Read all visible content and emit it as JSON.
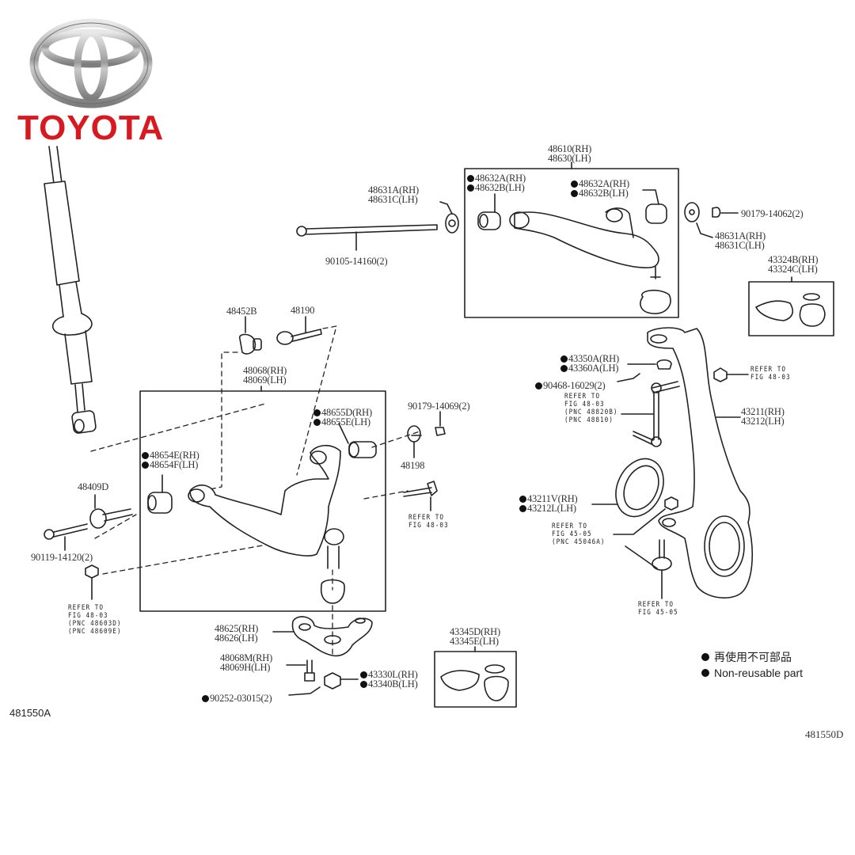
{
  "brand": {
    "logo_name": "Toyota emblem",
    "wordmark": "TOYOTA",
    "brand_color": "#d71920"
  },
  "diagram": {
    "title_code_left": "481550A",
    "title_code_right": "481550D",
    "legend": {
      "items": [
        {
          "symbol": "filled-circle",
          "text": "再使用不可部品"
        },
        {
          "symbol": "filled-circle",
          "text": "Non-reusable part"
        }
      ]
    },
    "upper_arm": {
      "assembly": [
        "48610(RH)",
        "48630(LH)"
      ],
      "bushing_left": {
        "non_reusable": true,
        "parts": [
          "48632A(RH)",
          "48632B(LH)"
        ]
      },
      "bushing_right": {
        "non_reusable": true,
        "parts": [
          "48632A(RH)",
          "48632B(LH)"
        ]
      },
      "washer_left": [
        "48631A(RH)",
        "48631C(LH)"
      ],
      "washer_right": [
        "48631A(RH)",
        "48631C(LH)"
      ],
      "bolt": "90105-14160(2)",
      "nut": "90179-14062(2)",
      "ball_joint_boot_kit": [
        "43324B(RH)",
        "43324C(LH)"
      ]
    },
    "lower_arm": {
      "camber_plate": "48452B",
      "cam_bolt": "48190",
      "assembly": [
        "48068(RH)",
        "48069(LH)"
      ],
      "bushing_rear": {
        "non_reusable": true,
        "parts": [
          "48655D(RH)",
          "48655E(LH)"
        ]
      },
      "bushing_front": {
        "non_reusable": true,
        "parts": [
          "48654E(RH)",
          "48654F(LH)"
        ]
      },
      "nut": "90179-14069(2)",
      "cam_plate": "48198",
      "cam_bolt_front": "48409D",
      "bolt": "90119-14120(2)",
      "refer_bolt": [
        "REFER TO",
        "FIG 48-03"
      ],
      "refer_nut": [
        "REFER TO",
        "FIG 48-03",
        "(PNC 48603D)",
        "(PNC 48609E)"
      ],
      "bracket": [
        "48625(RH)",
        "48626(LH)"
      ],
      "bracket_bolt": [
        "48068M(RH)",
        "48069H(LH)"
      ],
      "castle_nut": {
        "non_reusable": true,
        "parts": [
          "43330L(RH)",
          "43340B(LH)"
        ]
      },
      "cotter_pin": {
        "non_reusable": true,
        "part": "90252-03015(2)"
      },
      "ball_joint_boot_kit": [
        "43345D(RH)",
        "43345E(LH)"
      ]
    },
    "knuckle": {
      "nut": {
        "non_reusable": true,
        "parts": [
          "43350A(RH)",
          "43360A(LH)"
        ]
      },
      "cotter_pin": {
        "non_reusable": true,
        "part": "90468-16029(2)"
      },
      "refer_stabilizer_link": [
        "REFER TO",
        "FIG 48-03",
        "(PNC 48820B)",
        "(PNC 48810)"
      ],
      "refer_nut": [
        "REFER TO",
        "FIG 48-03"
      ],
      "steering_knuckle": [
        "43211(RH)",
        "43212(LH)"
      ],
      "oil_seal": {
        "non_reusable": true,
        "parts": [
          "43211V(RH)",
          "43212L(LH)"
        ]
      },
      "refer_hub": [
        "REFER TO",
        "FIG 45-05",
        "(PNC 45046A)"
      ],
      "refer_tie_rod": [
        "REFER TO",
        "FIG 45-05"
      ]
    }
  }
}
